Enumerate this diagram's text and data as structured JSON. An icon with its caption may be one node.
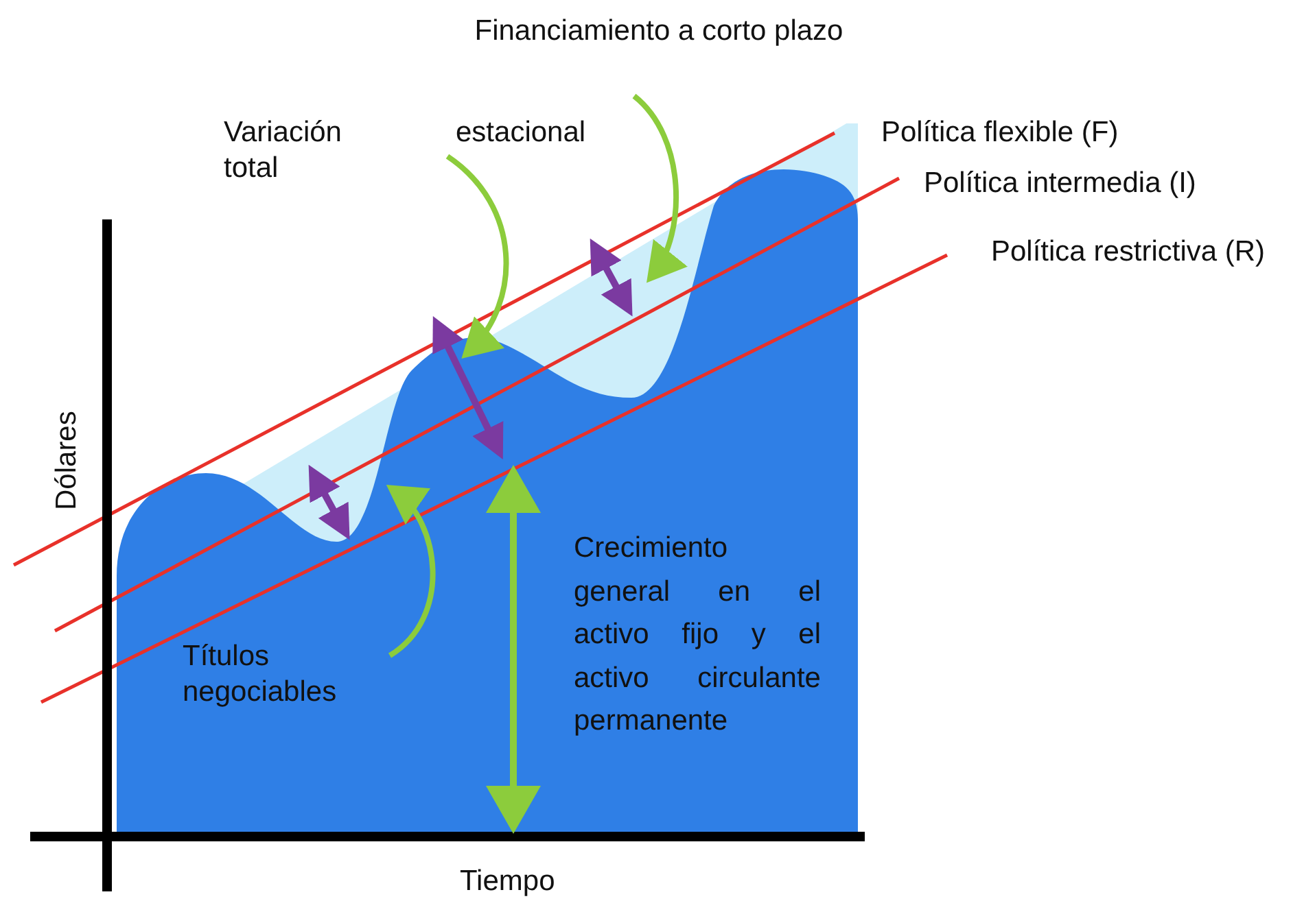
{
  "diagram": {
    "nodes": [
      {
        "text": [
          "estacional"
        ]
      },
      {
        "text": [
          "Financiamiento a corto plazo"
        ]
      },
      {
        "text": [
          "Títulos negociables"
        ]
      }
    ],
    "edges": [
      {
        "from": 0,
        "to": null,
        "arrow": "to"
      },
      {
        "from": 1,
        "to": null,
        "arrow": "to"
      },
      {
        "from": 2,
        "to": null,
        "arrow": "to"
      }
    ],
    "labels": [
      "Variación total",
      "Política flexible (F)",
      "Política intermedia (I)",
      "Política restrictiva (R)",
      "Dólares",
      "Crecimiento general en el activo fijo y el activo circulante permanente",
      "Tiempo"
    ]
  }
}
